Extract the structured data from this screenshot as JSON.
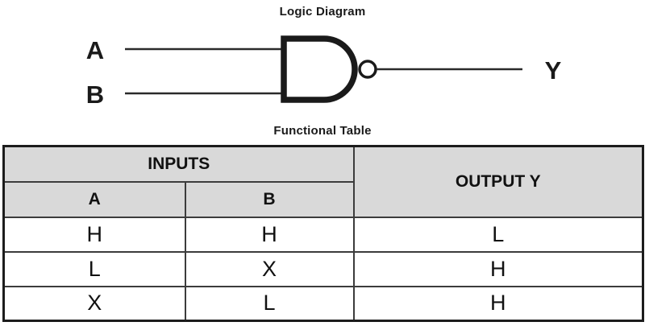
{
  "diagram": {
    "title": "Logic Diagram",
    "gate_type": "2-input NAND gate",
    "input_labels": [
      "A",
      "B"
    ],
    "output_label": "Y"
  },
  "table": {
    "title": "Functional Table",
    "header": {
      "inputs_label": "INPUTS",
      "col_a": "A",
      "col_b": "B",
      "output_label": "OUTPUT Y"
    },
    "rows": [
      {
        "a": "H",
        "b": "H",
        "y": "L"
      },
      {
        "a": "L",
        "b": "X",
        "y": "H"
      },
      {
        "a": "X",
        "b": "L",
        "y": "H"
      }
    ]
  },
  "colors": {
    "header_bg": "#d9d9d9",
    "border": "#1c1c1c",
    "ink": "#1a1a1a",
    "background": "#ffffff"
  }
}
